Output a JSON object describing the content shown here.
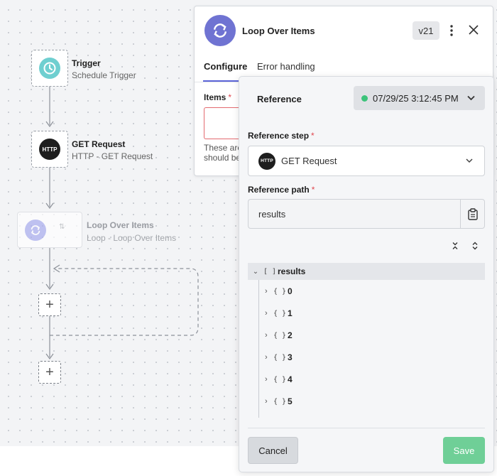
{
  "workflow": {
    "trigger_node": {
      "title": "Trigger",
      "subtitle": "Schedule Trigger",
      "icon": "clock-icon"
    },
    "http_node": {
      "title": "GET Request",
      "subtitle": "HTTP - GET Request",
      "badge": "HTTP"
    },
    "loop_node": {
      "title": "Loop Over Items",
      "subtitle": "Loop - Loop Over Items",
      "icon": "loop-icon"
    },
    "add_step_symbol": "+"
  },
  "config_panel": {
    "title": "Loop Over Items",
    "version": "v21",
    "tabs": [
      {
        "label": "Configure",
        "active": true
      },
      {
        "label": "Error handling",
        "active": false
      }
    ],
    "items_label": "Items",
    "required_mark": "*",
    "items_help": [
      "These are",
      "should be"
    ]
  },
  "reference_panel": {
    "title": "Reference",
    "timestamp": "07/29/25 3:12:45 PM",
    "status_color": "#3cc37a",
    "reference_step_label": "Reference step",
    "reference_step_value": "GET Request",
    "reference_step_badge": "HTTP",
    "reference_path_label": "Reference path",
    "reference_path_value": "results",
    "tree": {
      "root": {
        "type_glyph": "[ ]",
        "label": "results"
      },
      "children": [
        {
          "type_glyph": "{ }",
          "label": "0"
        },
        {
          "type_glyph": "{ }",
          "label": "1"
        },
        {
          "type_glyph": "{ }",
          "label": "2"
        },
        {
          "type_glyph": "{ }",
          "label": "3"
        },
        {
          "type_glyph": "{ }",
          "label": "4"
        },
        {
          "type_glyph": "{ }",
          "label": "5"
        }
      ]
    },
    "cancel_label": "Cancel",
    "save_label": "Save"
  },
  "colors": {
    "accent": "#5b64d8",
    "loop_icon": "#6f73d2",
    "trigger_icon": "#6fcfd0",
    "save": "#6fcf97",
    "error": "#e0474f"
  }
}
